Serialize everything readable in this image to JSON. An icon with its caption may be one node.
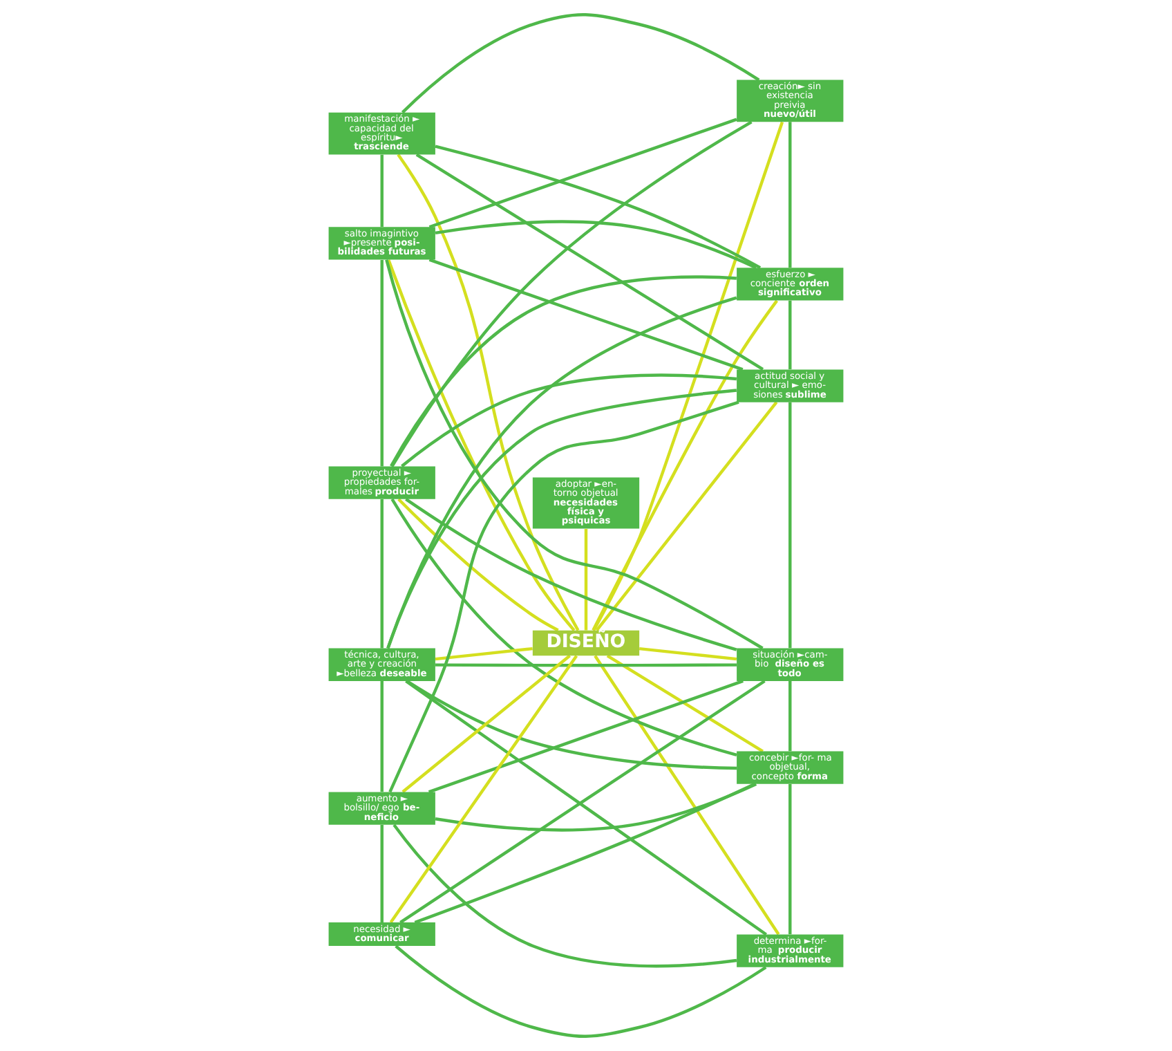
{
  "diagram": {
    "nodes": [
      {
        "text": [
          "DISEÑO"
        ]
      },
      {
        "text": [
          "manifestación ► capacidad del espíritu► **trasciende**"
        ]
      },
      {
        "text": [
          "salto imagintivo ►presente **posi- bilidades futuras**"
        ]
      },
      {
        "text": [
          "proyectual ► propiedades for- males **producir**"
        ]
      },
      {
        "text": [
          "técnica, cultura, arte y creación ►belleza **deseable**"
        ]
      },
      {
        "text": [
          "aumento ► bolsillo/ ego **be- neficio**"
        ]
      },
      {
        "text": [
          "necesidad ► **comunicar**"
        ]
      },
      {
        "text": [
          "creación► sin existencia preivia **nuevo/útil**"
        ]
      },
      {
        "text": [
          "esfuerzo ► conciente **orden significativo**"
        ]
      },
      {
        "text": [
          "actitud social y cultural ► emo- siones **sublime**"
        ]
      },
      {
        "text": [
          "situación ►cam- bio  **diseño es todo**"
        ]
      },
      {
        "text": [
          "concebir ►for- ma objetual, concepto **forma**"
        ]
      },
      {
        "text": [
          "determina ►for- ma  **producir industrialmente**"
        ]
      },
      {
        "text": [
          "adoptar ►en- torno objetual **necesidades física y psiquicas**"
        ]
      }
    ],
    "edges": [
      {
        "from": 1,
        "to": 0,
        "arrow": "none",
        "color": "#d4df1f"
      },
      {
        "from": 2,
        "to": 0,
        "arrow": "none",
        "color": "#d4df1f"
      },
      {
        "from": 3,
        "to": 0,
        "arrow": "none",
        "color": "#d4df1f"
      },
      {
        "from": 4,
        "to": 0,
        "arrow": "none",
        "color": "#d4df1f"
      },
      {
        "from": 5,
        "to": 0,
        "arrow": "none",
        "color": "#d4df1f"
      },
      {
        "from": 6,
        "to": 0,
        "arrow": "none",
        "color": "#d4df1f"
      },
      {
        "from": 0,
        "to": 7,
        "arrow": "none",
        "color": "#d4df1f"
      },
      {
        "from": 0,
        "to": 8,
        "arrow": "none",
        "color": "#d4df1f"
      },
      {
        "from": 0,
        "to": 9,
        "arrow": "none",
        "color": "#d4df1f"
      },
      {
        "from": 0,
        "to": 10,
        "arrow": "none",
        "color": "#d4df1f"
      },
      {
        "from": 0,
        "to": 11,
        "arrow": "none",
        "color": "#d4df1f"
      },
      {
        "from": 0,
        "to": 12,
        "arrow": "none",
        "color": "#d4df1f"
      },
      {
        "from": 0,
        "to": 13,
        "arrow": "none",
        "color": "#d4df1f"
      },
      {
        "from": 1,
        "to": 2,
        "arrow": "none"
      },
      {
        "from": 2,
        "to": 3,
        "arrow": "none"
      },
      {
        "from": 3,
        "to": 4,
        "arrow": "none"
      },
      {
        "from": 4,
        "to": 5,
        "arrow": "none"
      },
      {
        "from": 5,
        "to": 6,
        "arrow": "none"
      },
      {
        "from": 7,
        "to": 8,
        "arrow": "none"
      },
      {
        "from": 8,
        "to": 9,
        "arrow": "none"
      },
      {
        "from": 9,
        "to": 10,
        "arrow": "none"
      },
      {
        "from": 10,
        "to": 11,
        "arrow": "none"
      },
      {
        "from": 11,
        "to": 12,
        "arrow": "none"
      },
      {
        "from": 1,
        "to": 7,
        "arrow": "none"
      },
      {
        "from": 1,
        "to": 8,
        "arrow": "none"
      },
      {
        "from": 1,
        "to": 9,
        "arrow": "none"
      },
      {
        "from": 2,
        "to": 7,
        "arrow": "none"
      },
      {
        "from": 2,
        "to": 8,
        "arrow": "none"
      },
      {
        "from": 2,
        "to": 9,
        "arrow": "none"
      },
      {
        "from": 2,
        "to": 10,
        "arrow": "none"
      },
      {
        "from": 3,
        "to": 7,
        "arrow": "none"
      },
      {
        "from": 3,
        "to": 8,
        "arrow": "none"
      },
      {
        "from": 3,
        "to": 9,
        "arrow": "none"
      },
      {
        "from": 3,
        "to": 10,
        "arrow": "none"
      },
      {
        "from": 3,
        "to": 11,
        "arrow": "none"
      },
      {
        "from": 4,
        "to": 8,
        "arrow": "none"
      },
      {
        "from": 4,
        "to": 9,
        "arrow": "none"
      },
      {
        "from": 4,
        "to": 10,
        "arrow": "none"
      },
      {
        "from": 4,
        "to": 11,
        "arrow": "none"
      },
      {
        "from": 4,
        "to": 12,
        "arrow": "none"
      },
      {
        "from": 5,
        "to": 9,
        "arrow": "none"
      },
      {
        "from": 5,
        "to": 10,
        "arrow": "none"
      },
      {
        "from": 5,
        "to": 11,
        "arrow": "none"
      },
      {
        "from": 5,
        "to": 12,
        "arrow": "none"
      },
      {
        "from": 6,
        "to": 10,
        "arrow": "none"
      },
      {
        "from": 6,
        "to": 11,
        "arrow": "none"
      },
      {
        "from": 6,
        "to": 12,
        "arrow": "none"
      }
    ]
  }
}
